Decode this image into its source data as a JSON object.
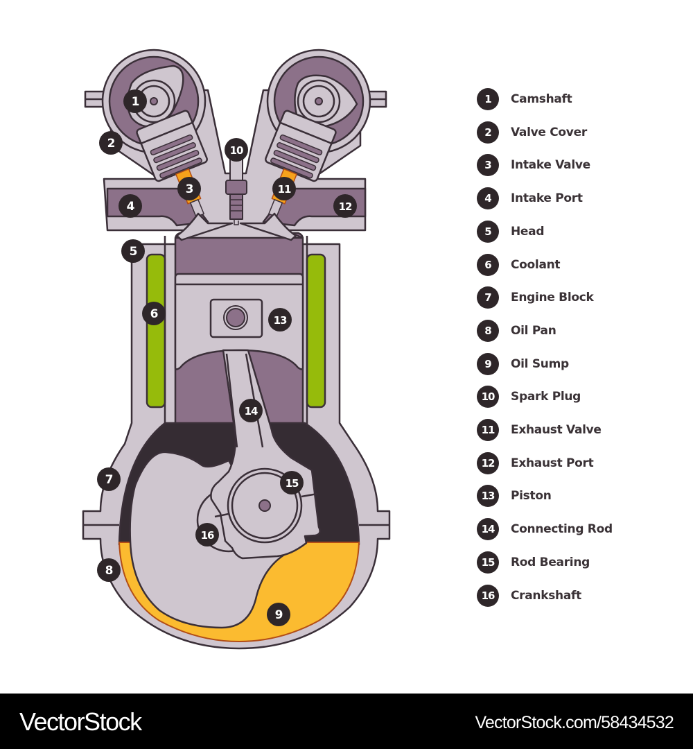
{
  "title": "Engine cross-section diagram",
  "colors": {
    "outline": "#3a2f38",
    "metal_light": "#cfc6cf",
    "chamber_purple": "#8c7189",
    "crankcase_dark": "#352c33",
    "coolant_green": "#96bb0b",
    "oil_yellow": "#fbbb30",
    "valve_orange": "#f6a21b",
    "badge_bg": "#2e2629",
    "badge_text": "#ffffff"
  },
  "legend": [
    {
      "num": "1",
      "label": "Camshaft"
    },
    {
      "num": "2",
      "label": "Valve Cover"
    },
    {
      "num": "3",
      "label": "Intake Valve"
    },
    {
      "num": "4",
      "label": "Intake Port"
    },
    {
      "num": "5",
      "label": "Head"
    },
    {
      "num": "6",
      "label": "Coolant"
    },
    {
      "num": "7",
      "label": "Engine Block"
    },
    {
      "num": "8",
      "label": "Oil Pan"
    },
    {
      "num": "9",
      "label": "Oil Sump"
    },
    {
      "num": "10",
      "label": "Spark Plug"
    },
    {
      "num": "11",
      "label": "Exhaust Valve"
    },
    {
      "num": "12",
      "label": "Exhaust Port"
    },
    {
      "num": "13",
      "label": "Piston"
    },
    {
      "num": "14",
      "label": "Connecting Rod"
    },
    {
      "num": "15",
      "label": "Rod Bearing"
    },
    {
      "num": "16",
      "label": "Crankshaft"
    }
  ],
  "callouts": [
    {
      "num": "1",
      "part": "camshaft"
    },
    {
      "num": "2",
      "part": "valve-cover"
    },
    {
      "num": "3",
      "part": "intake-valve"
    },
    {
      "num": "4",
      "part": "intake-port"
    },
    {
      "num": "5",
      "part": "head"
    },
    {
      "num": "6",
      "part": "coolant"
    },
    {
      "num": "7",
      "part": "engine-block"
    },
    {
      "num": "8",
      "part": "oil-pan"
    },
    {
      "num": "9",
      "part": "oil-sump"
    },
    {
      "num": "10",
      "part": "spark-plug"
    },
    {
      "num": "11",
      "part": "exhaust-valve"
    },
    {
      "num": "12",
      "part": "exhaust-port"
    },
    {
      "num": "13",
      "part": "piston"
    },
    {
      "num": "14",
      "part": "connecting-rod"
    },
    {
      "num": "15",
      "part": "rod-bearing"
    },
    {
      "num": "16",
      "part": "crankshaft"
    }
  ],
  "footer": {
    "brand": "VectorStock",
    "id_text": "VectorStock.com/58434532"
  }
}
